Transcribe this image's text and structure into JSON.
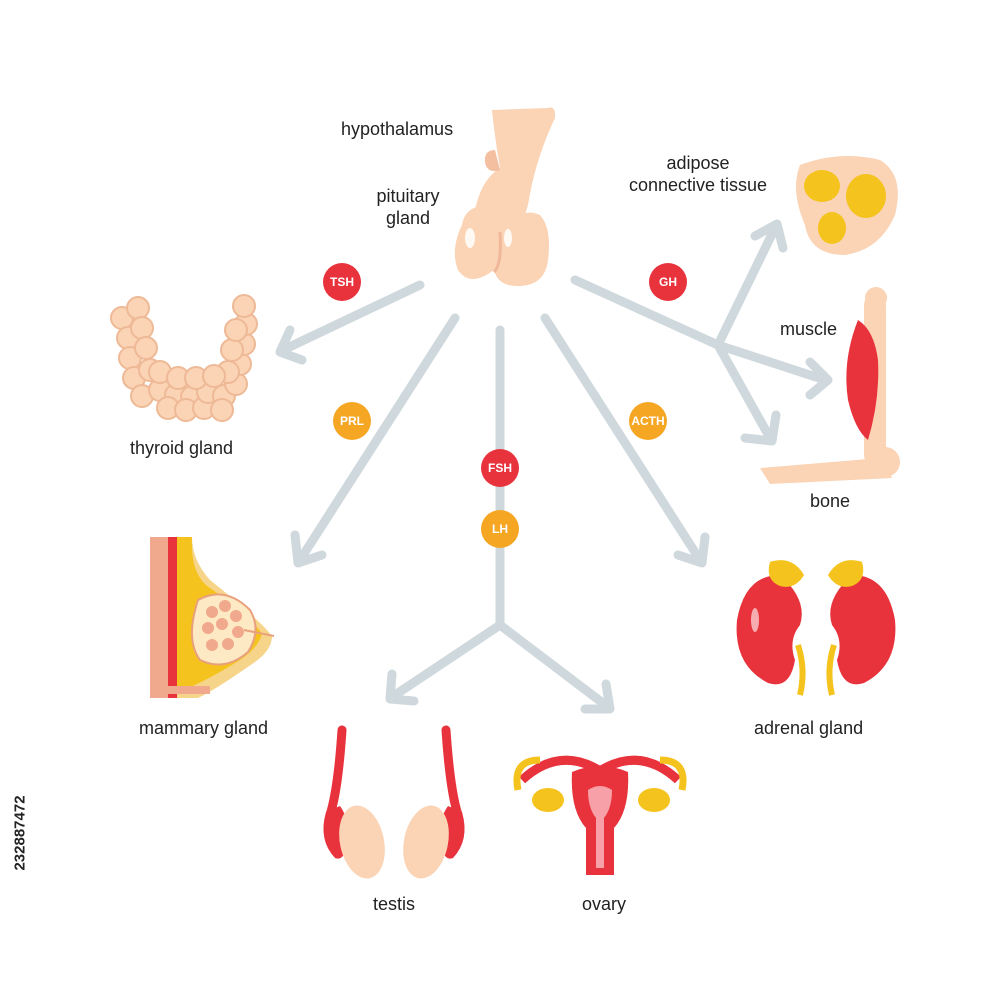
{
  "labels": {
    "hypothalamus": "hypothalamus",
    "pituitary": "pituitary\ngland",
    "adipose": "adipose\nconnective tissue",
    "muscle": "muscle",
    "bone": "bone",
    "thyroid": "thyroid gland",
    "mammary": "mammary gland",
    "adrenal": "adrenal gland",
    "testis": "testis",
    "ovary": "ovary"
  },
  "hormones": {
    "tsh": "TSH",
    "gh": "GH",
    "prl": "PRL",
    "acth": "ACTH",
    "fsh": "FSH",
    "lh": "LH"
  },
  "stock_id": "232887472",
  "colors": {
    "arrow": "#cfd8dc",
    "badge_red": "#e8333d",
    "badge_orange": "#f5a623",
    "gland_skin": "#fbd3b5",
    "organ_red": "#e8333d",
    "fat_yellow": "#f5c31d"
  }
}
